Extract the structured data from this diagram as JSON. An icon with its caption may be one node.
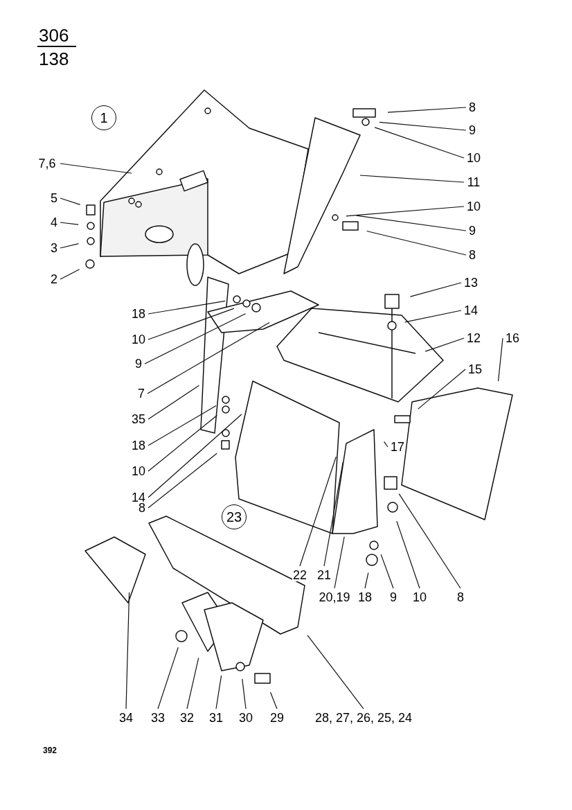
{
  "diagram": {
    "nodes": [
      {
        "text": [
          "1"
        ]
      },
      {
        "text": [
          "8"
        ]
      },
      {
        "text": [
          "9"
        ]
      },
      {
        "text": [
          "10"
        ]
      },
      {
        "text": [
          "11"
        ]
      },
      {
        "text": [
          "10"
        ]
      },
      {
        "text": [
          "9"
        ]
      },
      {
        "text": [
          "8"
        ]
      },
      {
        "text": [
          "13"
        ]
      },
      {
        "text": [
          "14"
        ]
      },
      {
        "text": [
          "12"
        ]
      },
      {
        "text": [
          "16"
        ]
      },
      {
        "text": [
          "15"
        ]
      },
      {
        "text": [
          "17"
        ]
      },
      {
        "text": [
          "7,6"
        ]
      },
      {
        "text": [
          "5"
        ]
      },
      {
        "text": [
          "4"
        ]
      },
      {
        "text": [
          "3"
        ]
      },
      {
        "text": [
          "2"
        ]
      },
      {
        "text": [
          "18"
        ]
      },
      {
        "text": [
          "10"
        ]
      },
      {
        "text": [
          "9"
        ]
      },
      {
        "text": [
          "7"
        ]
      },
      {
        "text": [
          "35"
        ]
      },
      {
        "text": [
          "18"
        ]
      },
      {
        "text": [
          "10"
        ]
      },
      {
        "text": [
          "14"
        ]
      },
      {
        "text": [
          "8"
        ]
      },
      {
        "text": [
          "23"
        ]
      },
      {
        "text": [
          "22"
        ]
      },
      {
        "text": [
          "21"
        ]
      },
      {
        "text": [
          "20,19"
        ]
      },
      {
        "text": [
          "18"
        ]
      },
      {
        "text": [
          "9"
        ]
      },
      {
        "text": [
          "10"
        ]
      },
      {
        "text": [
          "8"
        ]
      },
      {
        "text": [
          "34"
        ]
      },
      {
        "text": [
          "33"
        ]
      },
      {
        "text": [
          "32"
        ]
      },
      {
        "text": [
          "31"
        ]
      },
      {
        "text": [
          "30"
        ]
      },
      {
        "text": [
          "29"
        ]
      },
      {
        "text": [
          "28, 27, 26, 25, 24"
        ]
      }
    ],
    "edges": [
      {
        "from": 1,
        "to": null,
        "arrow": "none"
      },
      {
        "from": 2,
        "to": null,
        "arrow": "none"
      },
      {
        "from": 3,
        "to": null,
        "arrow": "none"
      },
      {
        "from": 4,
        "to": null,
        "arrow": "none"
      },
      {
        "from": 5,
        "to": null,
        "arrow": "none"
      },
      {
        "from": 6,
        "to": null,
        "arrow": "none"
      },
      {
        "from": 7,
        "to": null,
        "arrow": "none"
      },
      {
        "from": 8,
        "to": null,
        "arrow": "none"
      },
      {
        "from": 9,
        "to": null,
        "arrow": "none"
      },
      {
        "from": 10,
        "to": null,
        "arrow": "none"
      },
      {
        "from": 11,
        "to": null,
        "arrow": "none"
      },
      {
        "from": 12,
        "to": null,
        "arrow": "none"
      },
      {
        "from": 13,
        "to": null,
        "arrow": "none"
      },
      {
        "from": 14,
        "to": null,
        "arrow": "none"
      },
      {
        "from": 15,
        "to": null,
        "arrow": "none"
      },
      {
        "from": 16,
        "to": null,
        "arrow": "none"
      },
      {
        "from": 17,
        "to": null,
        "arrow": "none"
      },
      {
        "from": 18,
        "to": null,
        "arrow": "none"
      },
      {
        "from": 19,
        "to": null,
        "arrow": "none"
      },
      {
        "from": 20,
        "to": null,
        "arrow": "none"
      },
      {
        "from": 21,
        "to": null,
        "arrow": "none"
      },
      {
        "from": 22,
        "to": null,
        "arrow": "none"
      },
      {
        "from": 23,
        "to": null,
        "arrow": "none"
      },
      {
        "from": 24,
        "to": null,
        "arrow": "none"
      },
      {
        "from": 25,
        "to": null,
        "arrow": "none"
      },
      {
        "from": 26,
        "to": null,
        "arrow": "none"
      },
      {
        "from": 27,
        "to": null,
        "arrow": "none"
      },
      {
        "from": 29,
        "to": null,
        "arrow": "none"
      },
      {
        "from": 30,
        "to": null,
        "arrow": "none"
      },
      {
        "from": 31,
        "to": null,
        "arrow": "none"
      },
      {
        "from": 32,
        "to": null,
        "arrow": "none"
      },
      {
        "from": 33,
        "to": null,
        "arrow": "none"
      },
      {
        "from": 34,
        "to": null,
        "arrow": "none"
      },
      {
        "from": 35,
        "to": null,
        "arrow": "none"
      },
      {
        "from": 36,
        "to": null,
        "arrow": "none"
      },
      {
        "from": 37,
        "to": null,
        "arrow": "none"
      },
      {
        "from": 38,
        "to": null,
        "arrow": "none"
      },
      {
        "from": 39,
        "to": null,
        "arrow": "none"
      },
      {
        "from": 40,
        "to": null,
        "arrow": "none"
      },
      {
        "from": 41,
        "to": null,
        "arrow": "none"
      },
      {
        "from": 42,
        "to": null,
        "arrow": "none"
      }
    ],
    "labels": [
      "306",
      "138",
      "392"
    ]
  }
}
